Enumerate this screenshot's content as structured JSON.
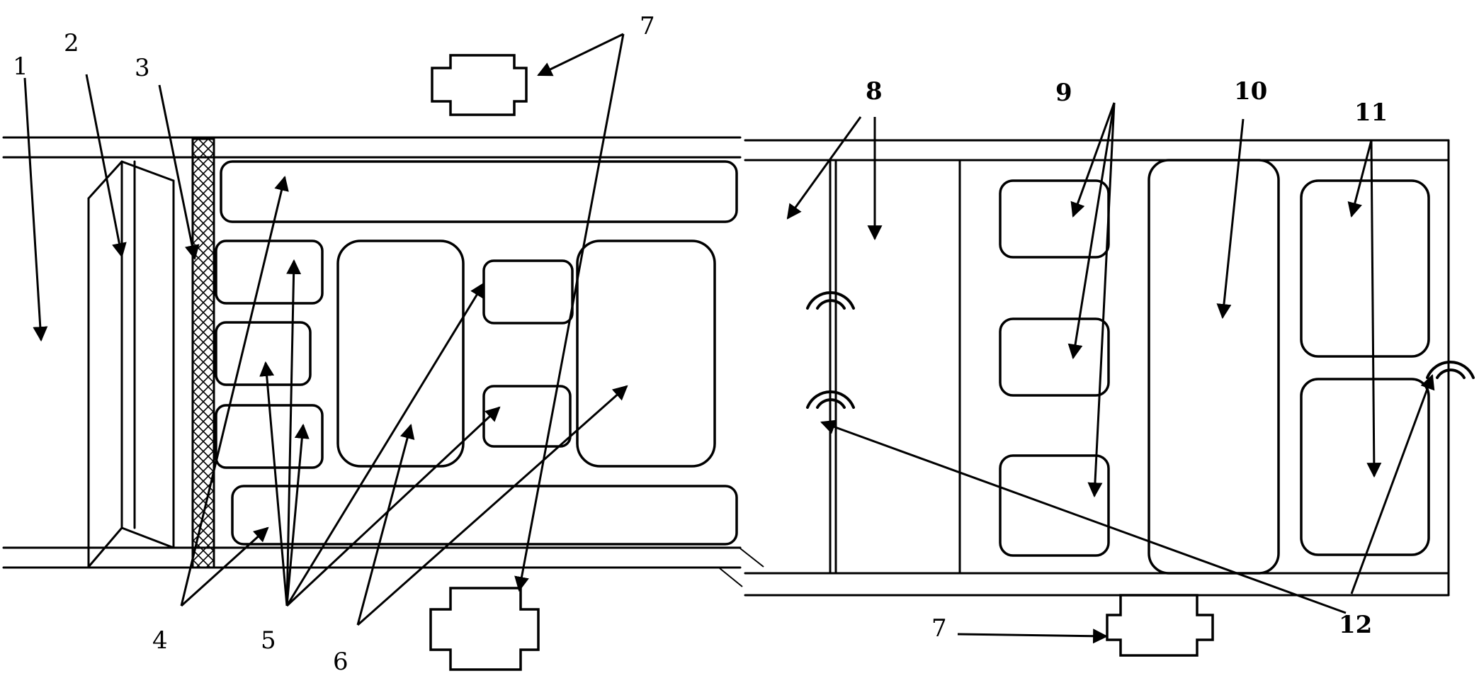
{
  "labels": {
    "l1": "1",
    "l2": "2",
    "l3": "3",
    "l4": "4",
    "l5": "5",
    "l6": "6",
    "l7_top": "7",
    "l7_bottom": "7",
    "l8": "8",
    "l9": "9",
    "l10": "10",
    "l11": "11",
    "l12": "12"
  },
  "colors": {
    "line": "#000000",
    "background": "#ffffff"
  }
}
